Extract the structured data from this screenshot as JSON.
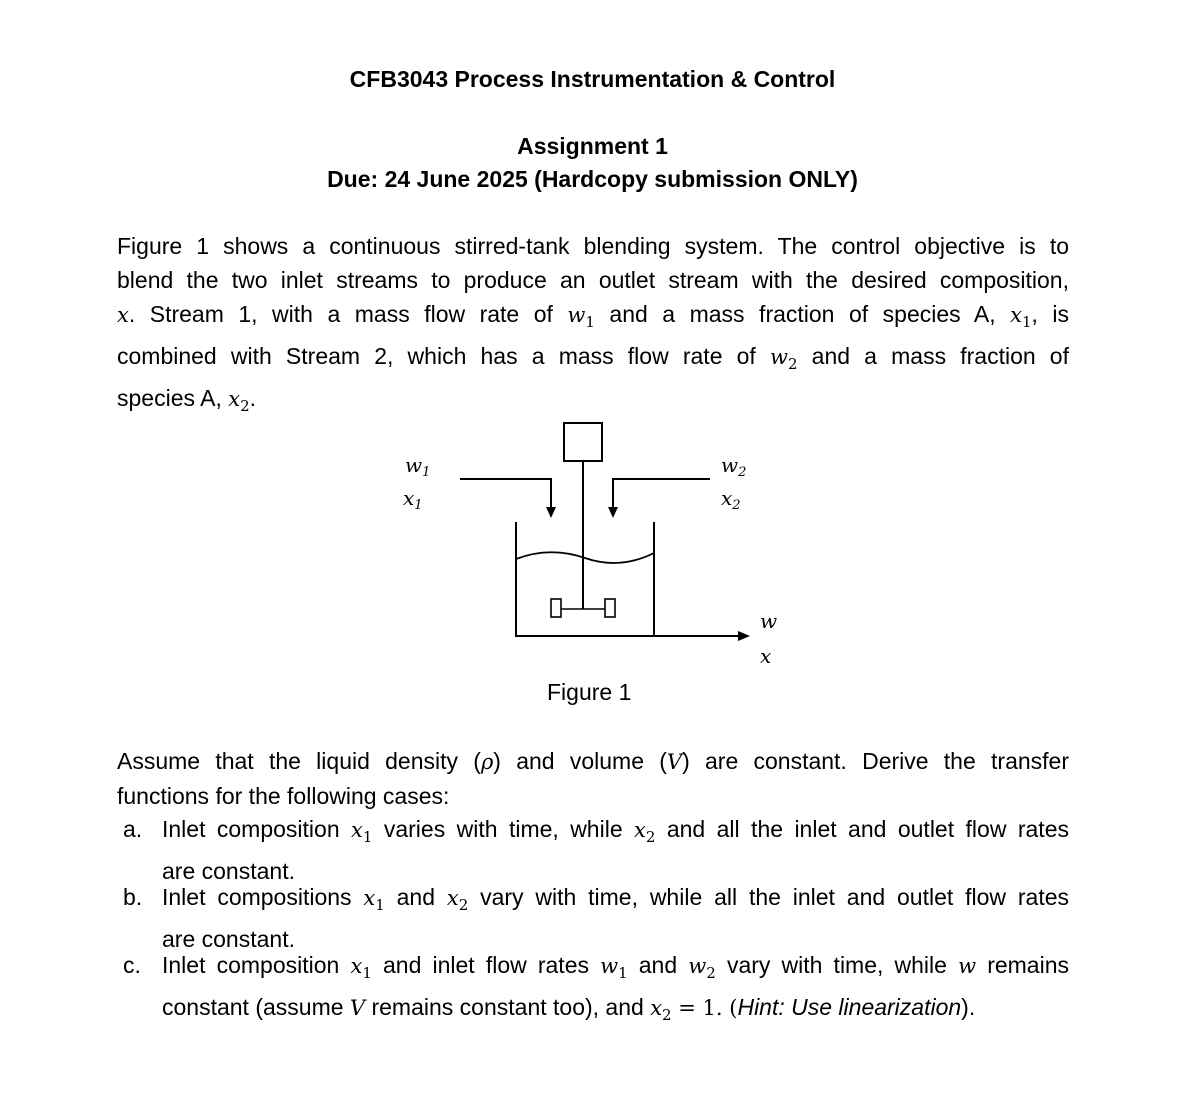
{
  "header": {
    "course_title": "CFB3043 Process Instrumentation & Control",
    "assignment": "Assignment 1",
    "due": "Due: 24 June 2025 (Hardcopy submission ONLY)"
  },
  "intro": {
    "l1": "Figure 1 shows a continuous stirred-tank blending system. The control objective is to",
    "l2": "blend the two inlet streams to produce an outlet stream with the desired composition,",
    "l3_x": "x",
    "l3_a": ". Stream 1, with a mass flow rate of ",
    "l3_w": "w",
    "l3_w_sub": "1",
    "l3_b": " and a mass fraction of species A, ",
    "l3_x1": "x",
    "l3_x1_sub": "1",
    "l3_c": ", is",
    "l4_a": "combined with Stream 2, which has a mass flow rate of ",
    "l4_w": "w",
    "l4_w_sub": "2",
    "l4_b": " and a mass fraction of",
    "l5_a": "species A, ",
    "l5_x": "x",
    "l5_x_sub": "2",
    "l5_b": "."
  },
  "figure": {
    "caption": "Figure 1",
    "w1": "w",
    "w1_sub": "1",
    "x1": "x",
    "x1_sub": "1",
    "w2": "w",
    "w2_sub": "2",
    "x2": "x",
    "x2_sub": "2",
    "w": "w",
    "x": "x"
  },
  "assume": {
    "l1_a": "Assume that the liquid density (",
    "rho": "ρ",
    "l1_b": ") and volume (",
    "V": "V",
    "l1_c": ") are constant. Derive the transfer",
    "l2": "functions for the following cases:"
  },
  "cases": {
    "a": {
      "marker": "a.",
      "l1_a": "Inlet composition ",
      "x1": "x",
      "x1_sub": "1",
      "l1_b": " varies with time, while ",
      "x2": "x",
      "x2_sub": "2",
      "l1_c": " and all the inlet and outlet flow rates",
      "l2": "are constant."
    },
    "b": {
      "marker": "b.",
      "l1_a": "Inlet compositions ",
      "x1": "x",
      "x1_sub": "1",
      "l1_b": " and ",
      "x2": "x",
      "x2_sub": "2",
      "l1_c": " vary with time, while all the inlet and outlet flow rates",
      "l2": "are constant."
    },
    "c": {
      "marker": "c.",
      "l1_a": "Inlet composition ",
      "x1": "x",
      "x1_sub": "1",
      "l1_b": " and inlet flow rates ",
      "w1": "w",
      "w1_sub": "1",
      "l1_c": " and ",
      "w2": "w",
      "w2_sub": "2",
      "l1_d": " vary with time, while ",
      "w": "w",
      "l1_e": " remains",
      "l2_a": "constant (assume ",
      "V": "V",
      "l2_b": " remains constant too), and ",
      "x2": "x",
      "x2_sub": "2",
      "l2_c": " = 1. (",
      "hint": "Hint: Use linearization",
      "l2_d": ")."
    }
  }
}
